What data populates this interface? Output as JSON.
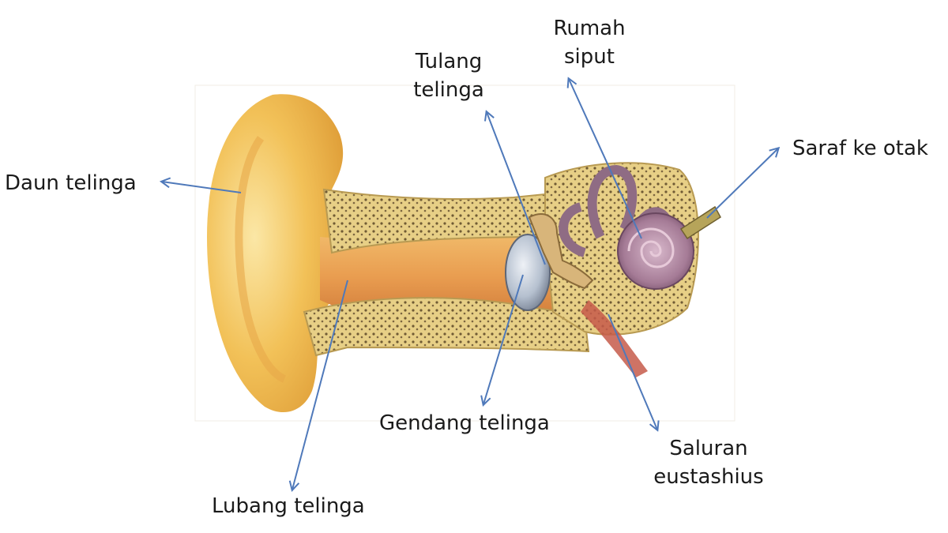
{
  "labels": {
    "auricle": "Daun telinga",
    "ear_canal": "Lubang telinga",
    "ossicles_line1": "Tulang",
    "ossicles_line2": "telinga",
    "cochlea_line1": "Rumah",
    "cochlea_line2": "siput",
    "nerve": "Saraf ke otak",
    "eardrum": "Gendang telinga",
    "eustachian_line1": "Saluran",
    "eustachian_line2": "eustashius"
  },
  "colors": {
    "arrow": "#4f79ba",
    "text": "#1a1a1a",
    "skin": "#f3c65a",
    "bone": "#e9cf7e",
    "cochlea": "#9a6f8c",
    "eardrum": "#a9b7c9"
  }
}
